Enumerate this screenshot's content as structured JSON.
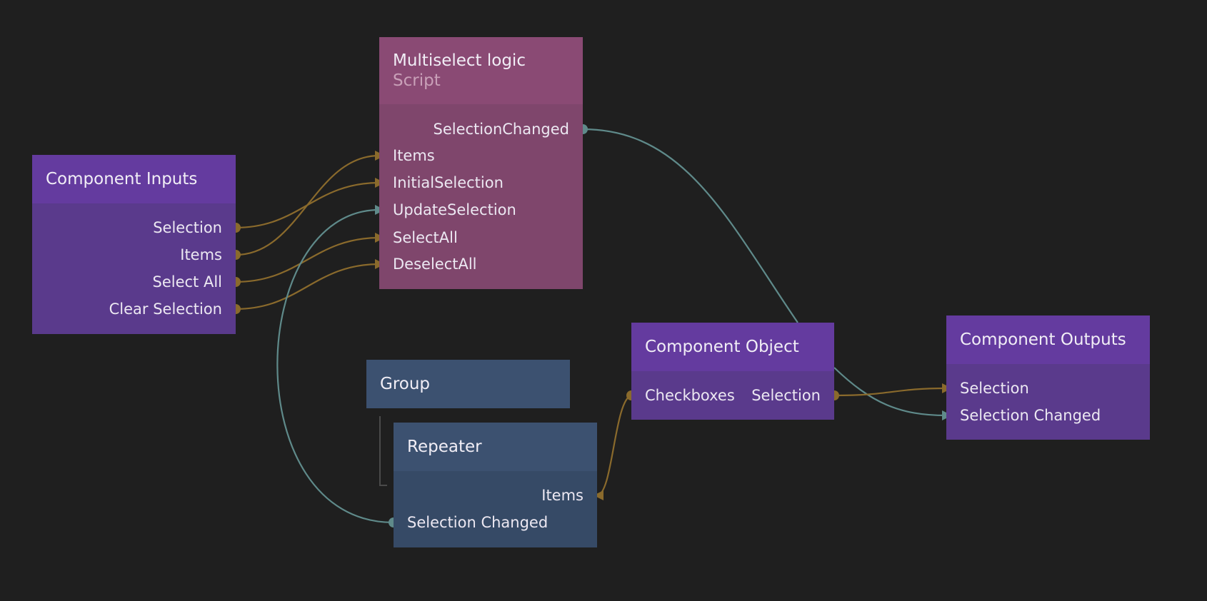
{
  "colors": {
    "background": "#1f1f1f",
    "component_node": "#643b9f",
    "script_node": "#8a4a74",
    "visual_node": "#3c5170",
    "data_wire": "#8a6a2c",
    "signal_wire": "#5f8a8a"
  },
  "nodes": {
    "component_inputs": {
      "title": "Component Inputs",
      "outputs": [
        "Selection",
        "Items",
        "Select All",
        "Clear Selection"
      ]
    },
    "multiselect": {
      "title": "Multiselect logic",
      "subtitle": "Script",
      "output": "SelectionChanged",
      "inputs": [
        "Items",
        "InitialSelection",
        "UpdateSelection",
        "SelectAll",
        "DeselectAll"
      ]
    },
    "group": {
      "title": "Group"
    },
    "repeater": {
      "title": "Repeater",
      "input": "Items",
      "output": "Selection Changed"
    },
    "component_object": {
      "title": "Component Object",
      "input": "Checkboxes",
      "output": "Selection"
    },
    "component_outputs": {
      "title": "Component Outputs",
      "inputs": [
        "Selection",
        "Selection Changed"
      ]
    }
  }
}
